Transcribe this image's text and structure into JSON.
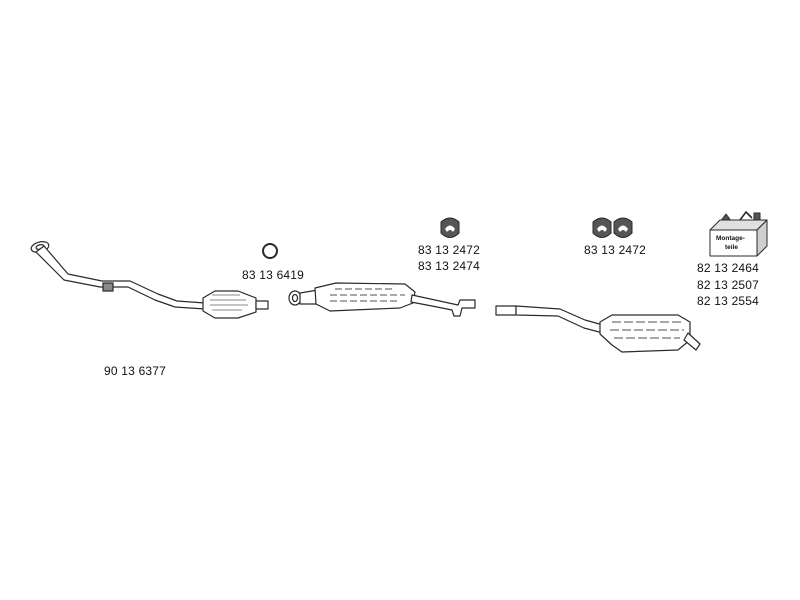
{
  "colors": {
    "line": "#2a2a2a",
    "fill": "#ffffff",
    "shade": "#8a8a8a",
    "text": "#111111"
  },
  "parts": {
    "front_pipe": {
      "number": "90 13 6377"
    },
    "sealing_ring": {
      "number": "83 13 6419"
    },
    "middle_rubber": {
      "numbers": [
        "83 13 2472",
        "83 13 2474"
      ]
    },
    "rear_rubbers": {
      "number": "83 13 2472"
    },
    "mounting_kit": {
      "label_line1": "Montage-",
      "label_line2": "teile",
      "numbers": [
        "82 13 2464",
        "82 13 2507",
        "82 13 2554"
      ]
    }
  }
}
